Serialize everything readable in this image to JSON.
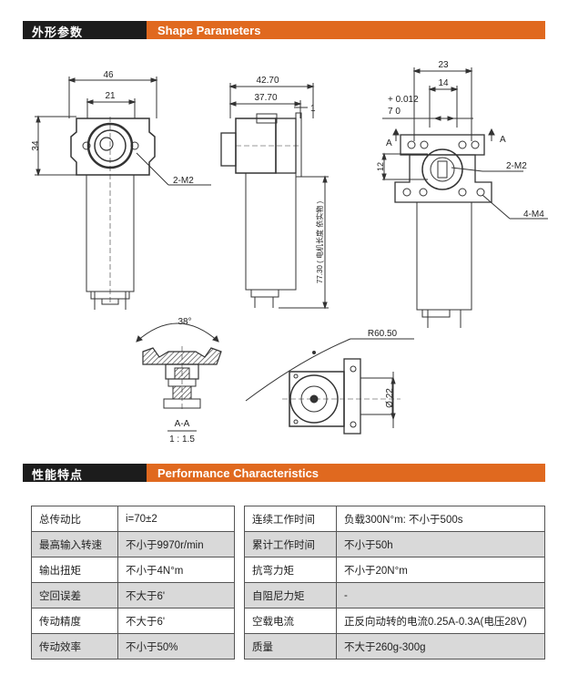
{
  "shape_section": {
    "cn": "外形参数",
    "en": "Shape Parameters"
  },
  "perf_section": {
    "cn": "性能特点",
    "en": "Performance Characteristics"
  },
  "drawing": {
    "front": {
      "d46": "46",
      "d21": "21",
      "d34": "34",
      "m2": "2-M2"
    },
    "side": {
      "d4270": "42.70",
      "d3770": "37.70",
      "d1": "1",
      "d7730": "77.30 ( 电机长度 依实物 )"
    },
    "right": {
      "d23": "23",
      "d14": "14",
      "tol": "+ 0.012",
      "tol_base": "7  0",
      "d12": "12",
      "a_left": "A",
      "a_right": "A",
      "m2": "2-M2",
      "m4": "4-M4"
    },
    "section": {
      "angle": "38°",
      "name": "A-A",
      "scale": "1 : 1.5"
    },
    "bottom": {
      "r": "R60.50",
      "dia": "Ø 22"
    }
  },
  "table_left": [
    {
      "label": "总传动比",
      "value": "i=70±2"
    },
    {
      "label": "最高输入转速",
      "value": "不小于9970r/min"
    },
    {
      "label": "输出扭矩",
      "value": "不小于4N°m"
    },
    {
      "label": "空回误差",
      "value": "不大于6'"
    },
    {
      "label": "传动精度",
      "value": "不大于6'"
    },
    {
      "label": "传动效率",
      "value": "不小于50%"
    }
  ],
  "table_right": [
    {
      "label": "连续工作时间",
      "value": "负载300N°m: 不小于500s"
    },
    {
      "label": "累计工作时间",
      "value": "不小于50h"
    },
    {
      "label": "抗弯力矩",
      "value": "不小于20N°m"
    },
    {
      "label": "自阻尼力矩",
      "value": "-"
    },
    {
      "label": "空载电流",
      "value": "正反向动转的电流0.25A-0.3A(电压28V)"
    },
    {
      "label": "质量",
      "value": "不大于260g-300g"
    }
  ]
}
